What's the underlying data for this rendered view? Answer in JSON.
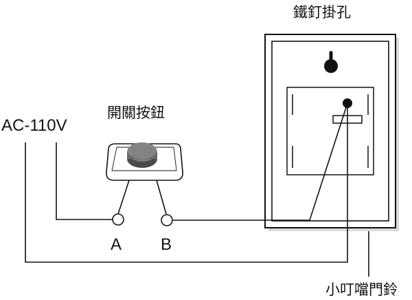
{
  "labels": {
    "nail_hole": "鐵釘掛孔",
    "push_button": "開關按鈕",
    "power": "AC-110V",
    "terminal_a": "A",
    "terminal_b": "B",
    "doorbell": "小叮噹門鈴"
  },
  "colors": {
    "line": "#111111",
    "button_cap": "#7d7d7d",
    "button_cap_dark": "#4a4a4a",
    "box_shadow": "#d9d9d9",
    "background": "#ffffff"
  }
}
